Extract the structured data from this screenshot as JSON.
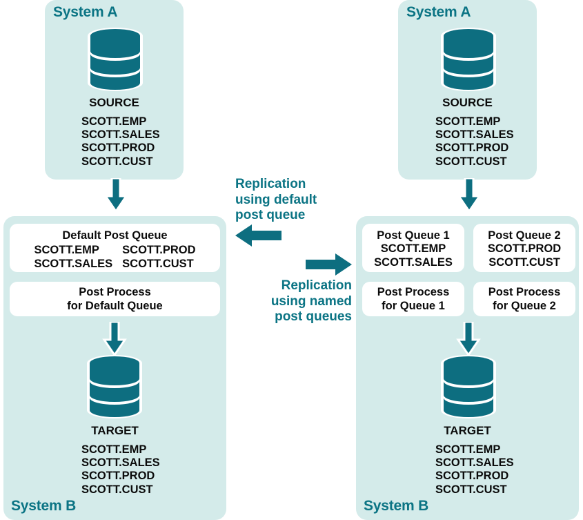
{
  "theme": {
    "panel_bg": "#d4ebea",
    "accent_teal": "#0b7484",
    "db_fill": "#0d6e80",
    "box_bg": "#ffffff",
    "text_dark": "#0b0b0b"
  },
  "left_diagram": {
    "top_panel": {
      "label": "System A",
      "db_icon": "database-icon",
      "db_title": "SOURCE",
      "tables": [
        "SCOTT.EMP",
        "SCOTT.SALES",
        "SCOTT.PROD",
        "SCOTT.CUST"
      ]
    },
    "bottom_panel": {
      "label": "System B",
      "queue_box": {
        "title": "Default Post Queue",
        "column_1": [
          "SCOTT.EMP",
          "SCOTT.SALES"
        ],
        "column_2": [
          "SCOTT.PROD",
          "SCOTT.CUST"
        ]
      },
      "process_box": {
        "line_1": "Post Process",
        "line_2": "for Default Queue"
      },
      "db_icon": "database-icon",
      "db_title": "TARGET",
      "tables": [
        "SCOTT.EMP",
        "SCOTT.SALES",
        "SCOTT.PROD",
        "SCOTT.CUST"
      ]
    }
  },
  "right_diagram": {
    "top_panel": {
      "label": "System A",
      "db_icon": "database-icon",
      "db_title": "SOURCE",
      "tables": [
        "SCOTT.EMP",
        "SCOTT.SALES",
        "SCOTT.PROD",
        "SCOTT.CUST"
      ]
    },
    "bottom_panel": {
      "label": "System B",
      "queue_box_1": {
        "title": "Post Queue 1",
        "tables": [
          "SCOTT.EMP",
          "SCOTT.SALES"
        ]
      },
      "queue_box_2": {
        "title": "Post Queue 2",
        "tables": [
          "SCOTT.PROD",
          "SCOTT.CUST"
        ]
      },
      "process_box_1": {
        "line_1": "Post Process",
        "line_2": "for Queue 1"
      },
      "process_box_2": {
        "line_1": "Post Process",
        "line_2": "for Queue 2"
      },
      "db_icon": "database-icon",
      "db_title": "TARGET",
      "tables": [
        "SCOTT.EMP",
        "SCOTT.SALES",
        "SCOTT.PROD",
        "SCOTT.CUST"
      ]
    }
  },
  "center": {
    "caption_left": "Replication\nusing default\npost queue",
    "caption_right": "Replication\nusing named\npost queues",
    "arrow_left": "arrow-left-icon",
    "arrow_right": "arrow-right-icon"
  }
}
